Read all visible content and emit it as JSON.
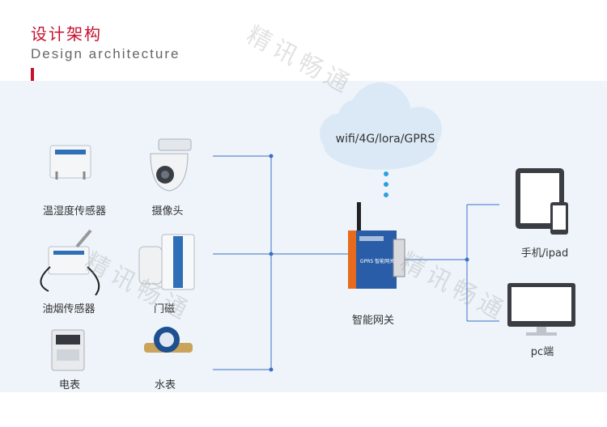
{
  "header": {
    "title_zh": "设计架构",
    "title_en": "Design architecture"
  },
  "watermark": "精讯畅通",
  "cloud": {
    "label": "wifi/4G/lora/GPRS"
  },
  "sensors": [
    {
      "label": "温湿度传感器"
    },
    {
      "label": "摄像头"
    },
    {
      "label": "油烟传感器"
    },
    {
      "label": "门磁"
    },
    {
      "label": "电表"
    },
    {
      "label": "水表"
    }
  ],
  "gateway": {
    "label": "智能网关",
    "device_text": "GPRS 智能网关"
  },
  "clients": [
    {
      "label": "手机/ipad"
    },
    {
      "label": "pc端"
    }
  ],
  "colors": {
    "accent": "#c8102e",
    "line": "#3b6fc4",
    "panel": "#eef4fa",
    "cloud": "#dbe9f7"
  }
}
